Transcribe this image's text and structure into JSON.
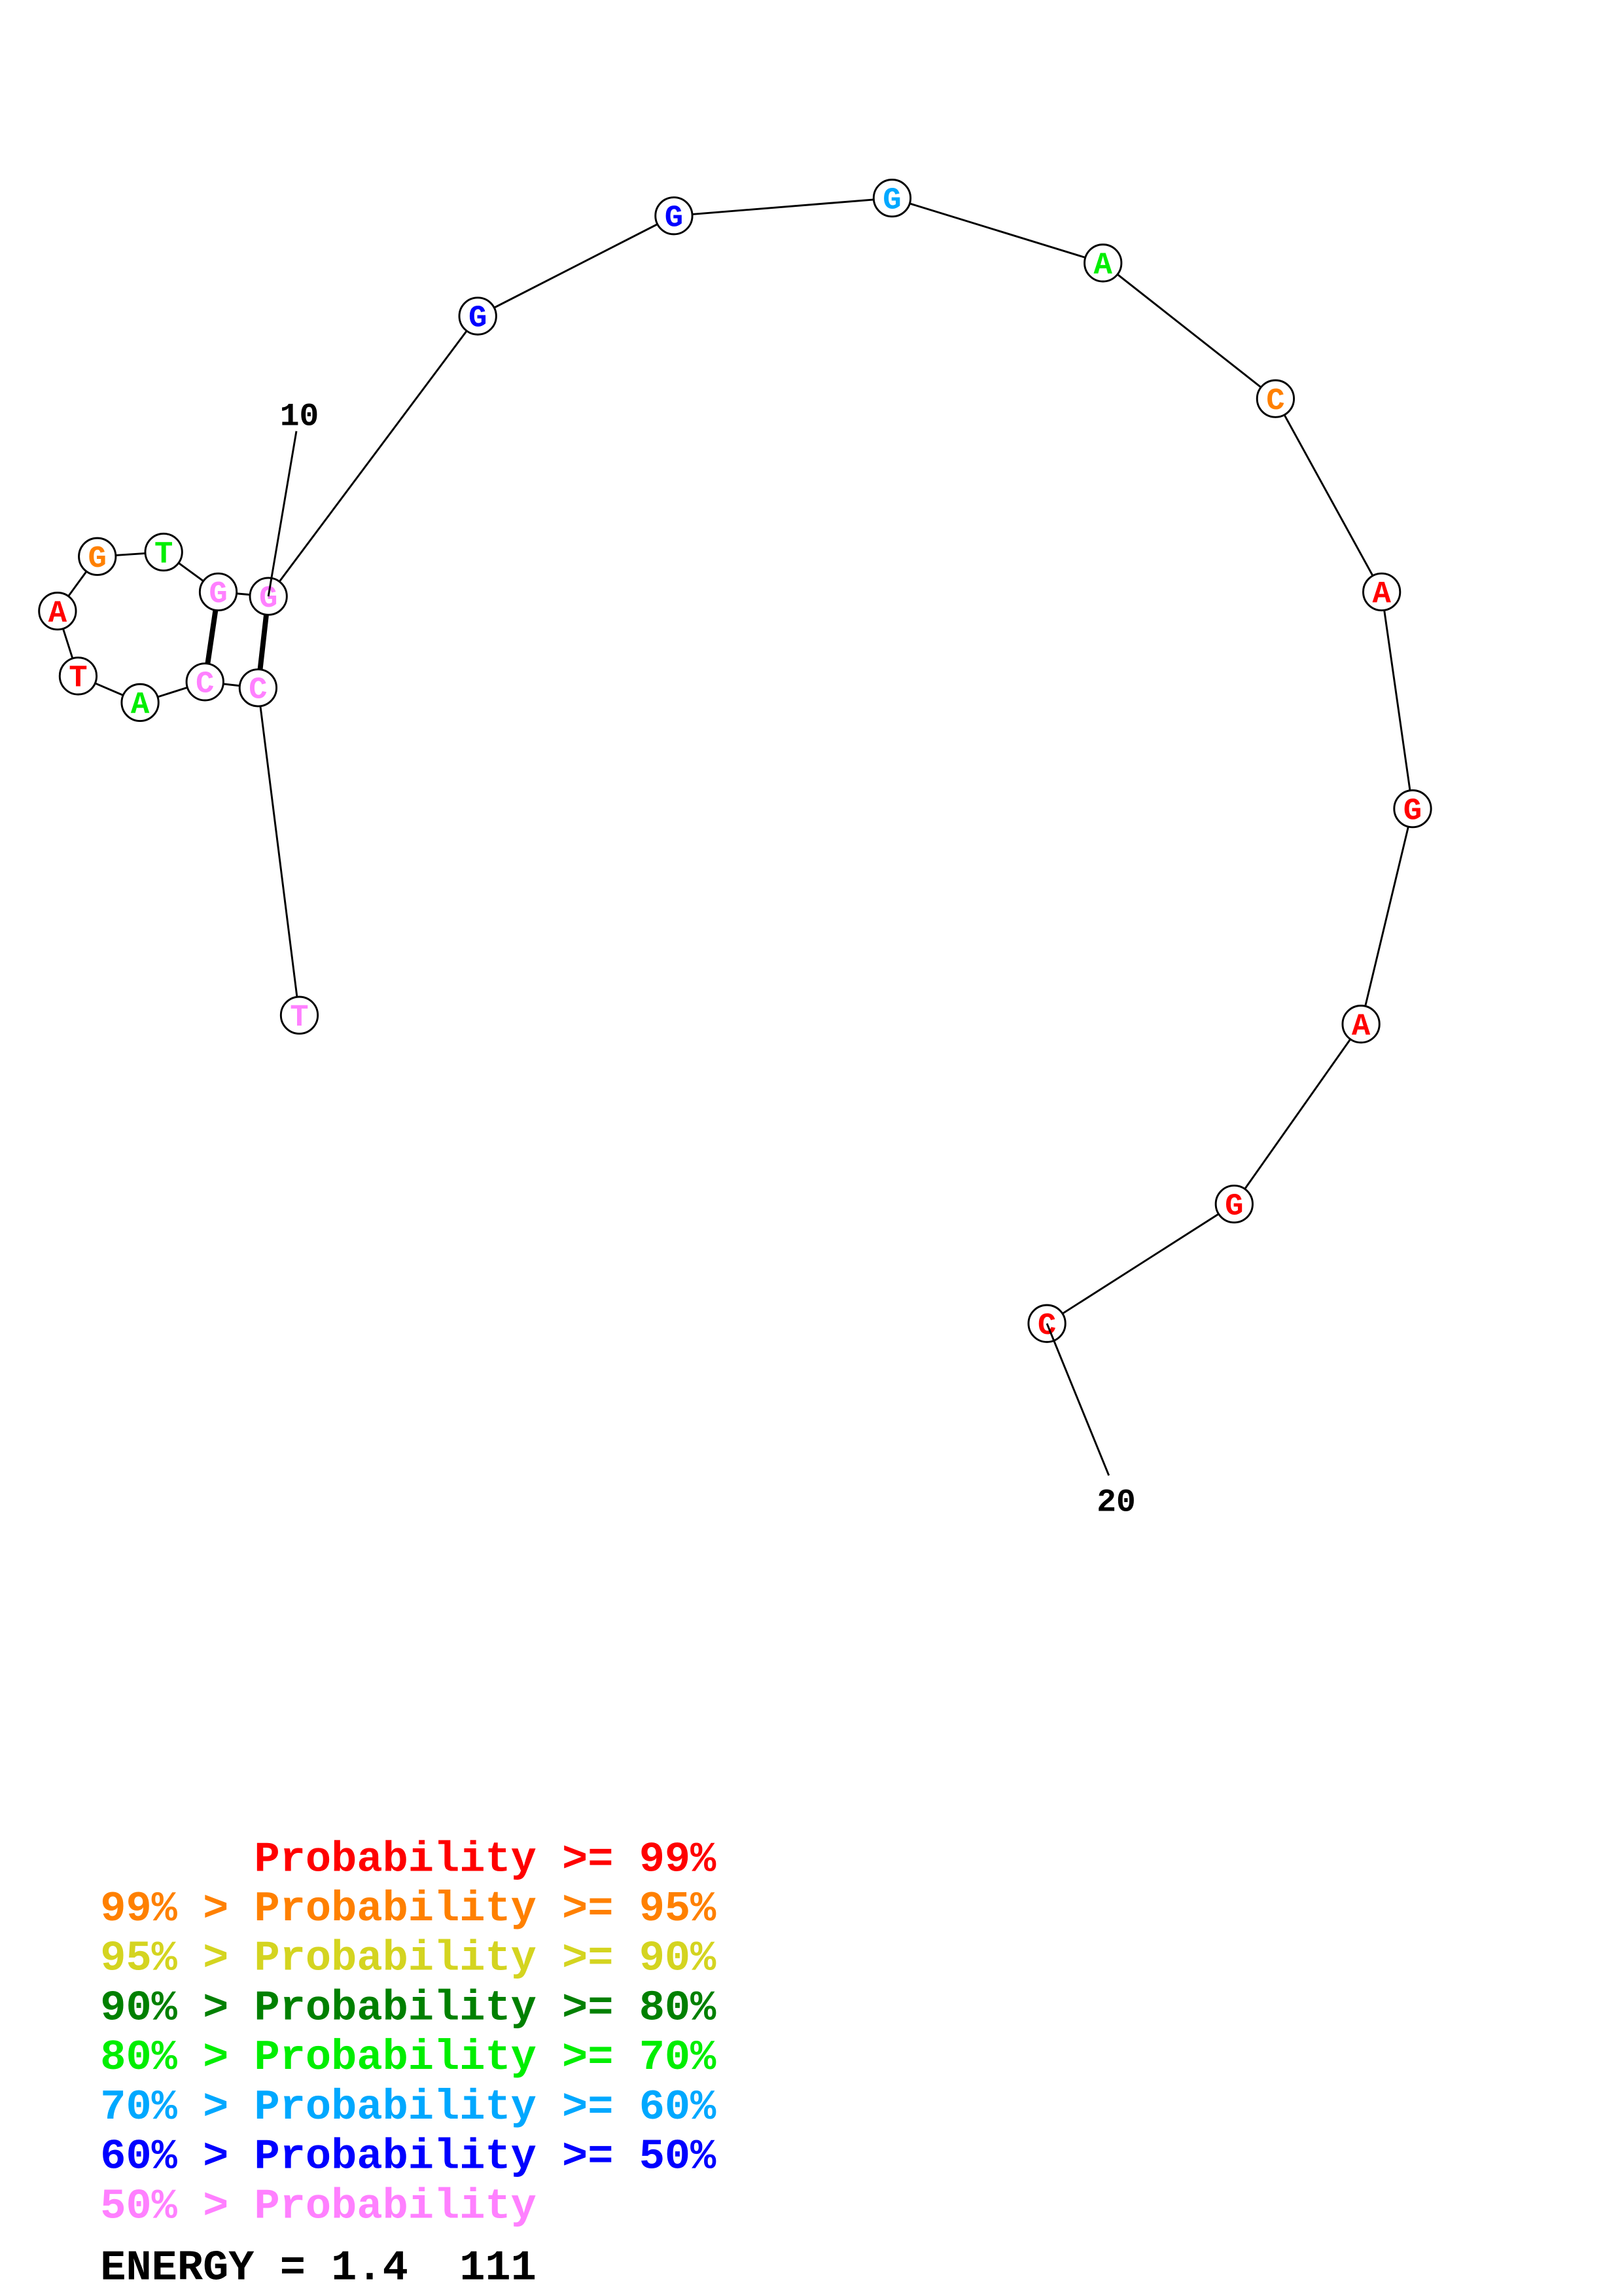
{
  "structure": {
    "sequence": [
      "T",
      "C",
      "C",
      "A",
      "T",
      "A",
      "G",
      "T",
      "G",
      "G",
      "G",
      "G",
      "G",
      "A",
      "C",
      "A",
      "G",
      "A",
      "G",
      "C"
    ],
    "color_class": [
      "p50",
      "p50",
      "p50",
      "p80",
      "p99",
      "p99",
      "p95",
      "p80",
      "p50",
      "p50",
      "p60",
      "p60",
      "p70",
      "p80",
      "p95",
      "p99",
      "p99",
      "p99",
      "p99",
      "p99"
    ],
    "pairs": [
      [
        3,
        9
      ],
      [
        2,
        10
      ]
    ],
    "index_labels": [
      {
        "position": 10,
        "text": "10"
      },
      {
        "position": 20,
        "text": "20"
      }
    ]
  },
  "colors": {
    "p99": "#ff0000",
    "p95": "#ff8000",
    "p90": "#d4d420",
    "p85": "#008000",
    "p80": "#00ee00",
    "p70": "#00a8ff",
    "p60": "#0000ff",
    "p50": "#ff80ff"
  },
  "legend": [
    {
      "text": "      Probability >= 99%",
      "color": "#ff0000"
    },
    {
      "text": "99% > Probability >= 95%",
      "color": "#ff8000"
    },
    {
      "text": "95% > Probability >= 90%",
      "color": "#d4d420"
    },
    {
      "text": "90% > Probability >= 80%",
      "color": "#008000"
    },
    {
      "text": "80% > Probability >= 70%",
      "color": "#00ee00"
    },
    {
      "text": "70% > Probability >= 60%",
      "color": "#00a8ff"
    },
    {
      "text": "60% > Probability >= 50%",
      "color": "#0000ff"
    },
    {
      "text": "50% > Probability",
      "color": "#ff80ff"
    }
  ],
  "energy": "ENERGY = 1.4  111"
}
